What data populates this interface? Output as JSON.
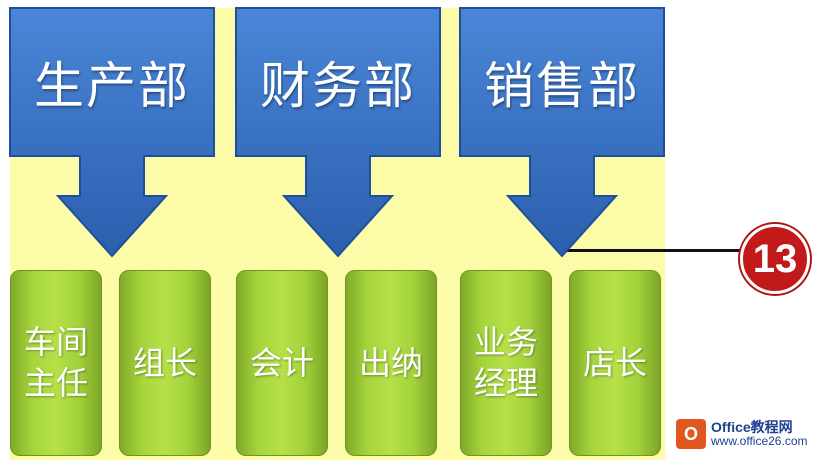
{
  "departments": [
    {
      "label": "生产部",
      "roles": [
        "车间\n主任",
        "组长"
      ]
    },
    {
      "label": "财务部",
      "roles": [
        "会计",
        "出纳"
      ]
    },
    {
      "label": "销售部",
      "roles": [
        "业务\n经理",
        "店长"
      ]
    }
  ],
  "step_badge": "13",
  "watermark": {
    "icon": "O",
    "brand": "Office教程网",
    "site": "www.office26.com"
  },
  "colors": {
    "band": "#fbfba8",
    "dept_fill": "#3a74c8",
    "dept_edge": "#1f4f9a",
    "role_fill": "#a6d63c",
    "badge": "#c21a1a"
  }
}
